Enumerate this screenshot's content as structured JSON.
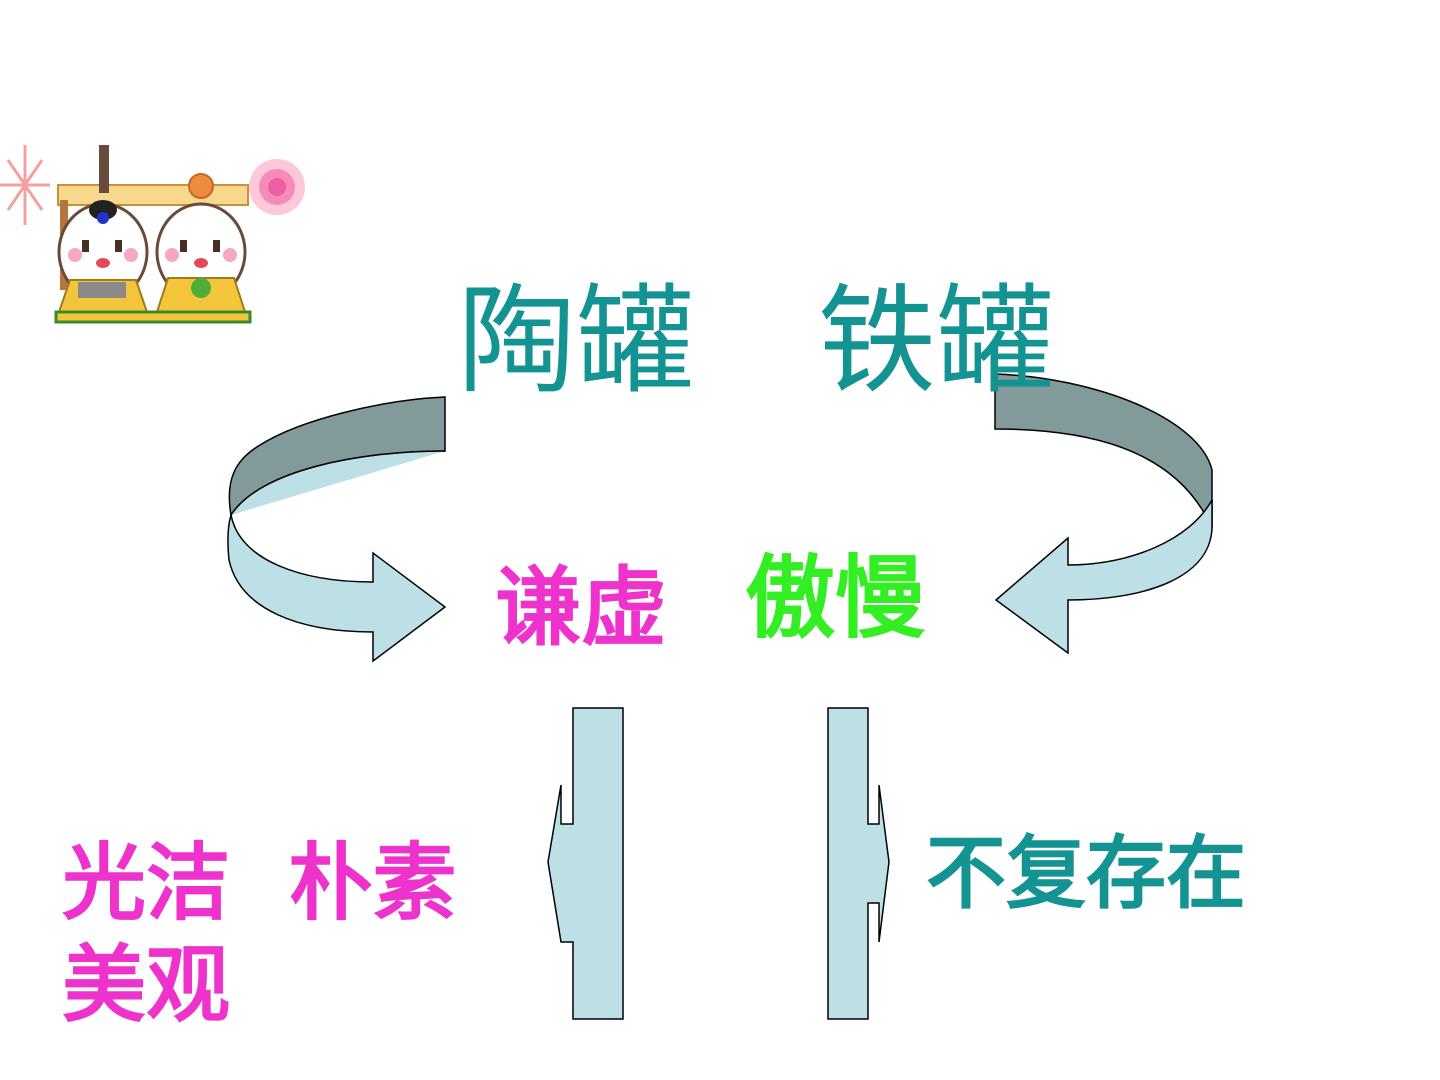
{
  "colors": {
    "teal": "#149393",
    "magenta": "#EE33CC",
    "green": "#33EE22",
    "arrow_dark": "#829A9A",
    "arrow_light": "#BCE0E6",
    "outline": "#000000"
  },
  "titles": {
    "left": "陶罐",
    "right": "铁罐"
  },
  "traits": {
    "left": "谦虚",
    "right": "傲慢"
  },
  "outcomes": {
    "left": "光洁  朴素\n美观",
    "right": "不复存在"
  },
  "icons": {
    "mascot": "two-cartoon-dolls-icon",
    "sparkle": "sparkle-icon",
    "sun": "pink-sun-icon"
  }
}
